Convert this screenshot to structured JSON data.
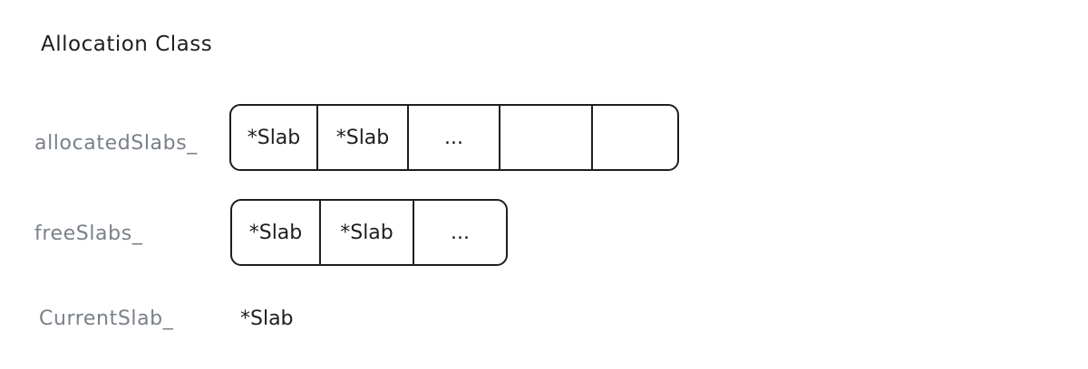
{
  "title": "Allocation Class",
  "rows": [
    {
      "label": "allocatedSlabs_",
      "cells": [
        "*Slab",
        "*Slab",
        "...",
        "",
        ""
      ]
    },
    {
      "label": "freeSlabs_",
      "cells": [
        "*Slab",
        "*Slab",
        "..."
      ]
    },
    {
      "label": "CurrentSlab_",
      "value": "*Slab"
    }
  ],
  "colors": {
    "stroke": "#1e1e1e",
    "label": "#7a8089",
    "background": "#ffffff"
  }
}
